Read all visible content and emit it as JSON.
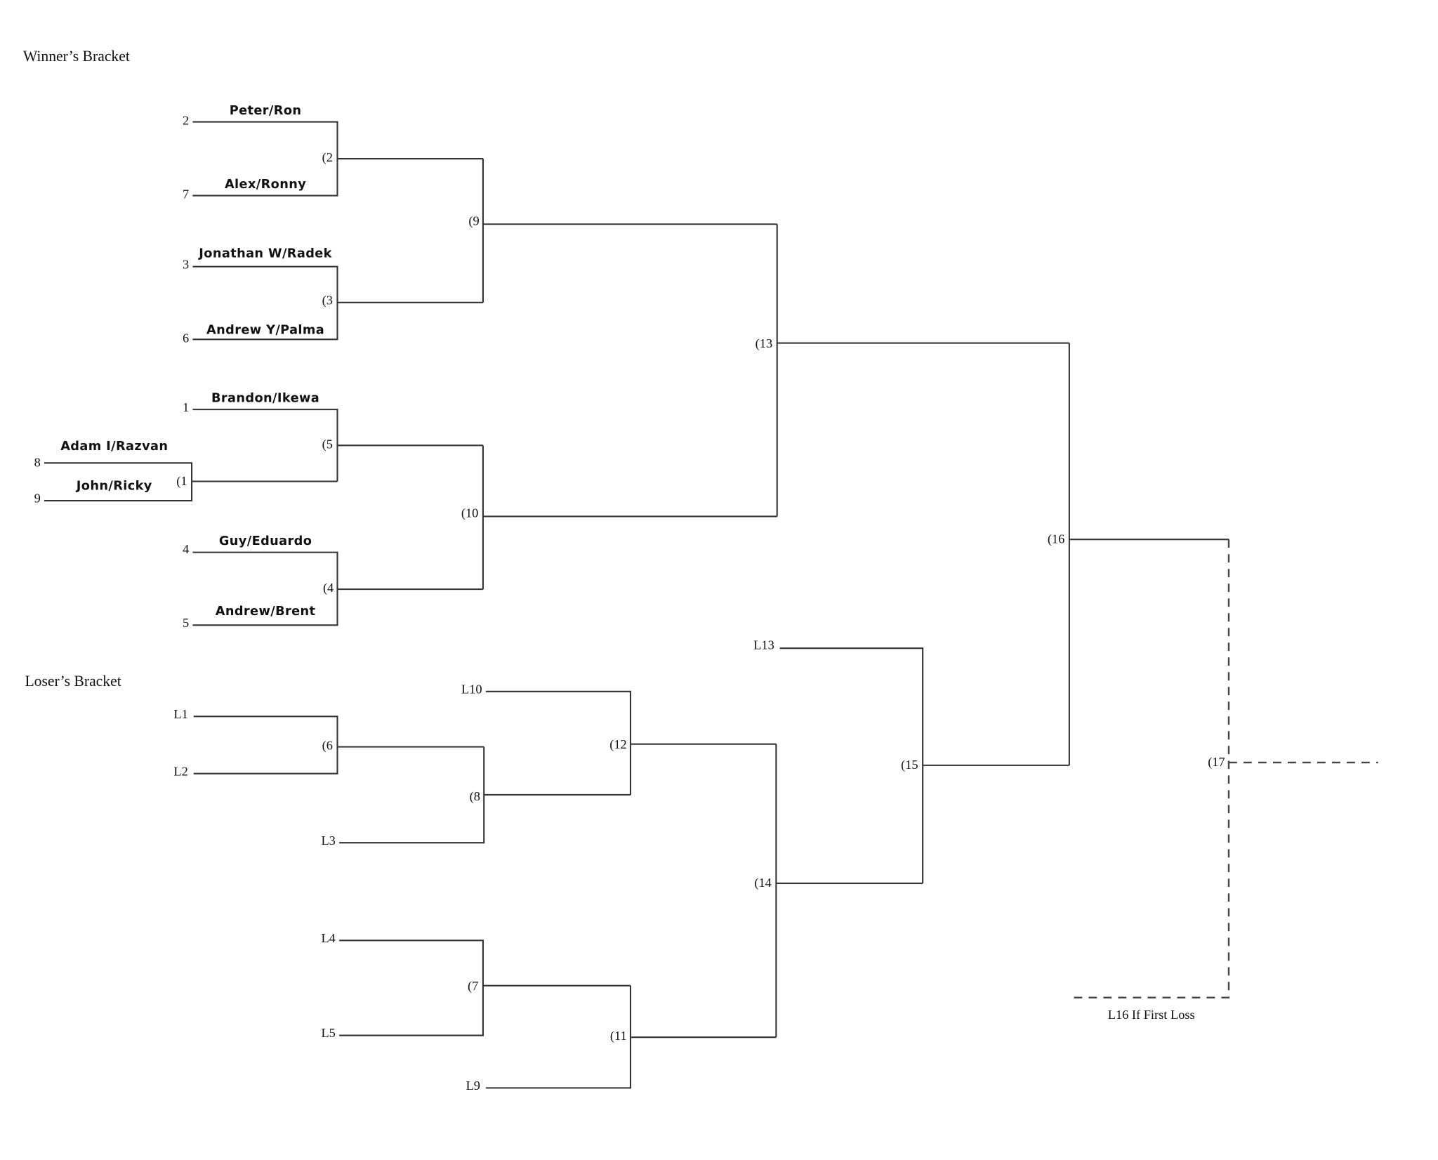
{
  "winners": {
    "title": "Winner’s Bracket",
    "teams": [
      {
        "seed": "2",
        "name": "Peter/Ron"
      },
      {
        "seed": "7",
        "name": "Alex/Ronny"
      },
      {
        "seed": "3",
        "name": "Jonathan W/Radek"
      },
      {
        "seed": "6",
        "name": "Andrew Y/Palma"
      },
      {
        "seed": "1",
        "name": "Brandon/Ikewa"
      },
      {
        "seed": "8",
        "name": "Adam I/Razvan"
      },
      {
        "seed": "9",
        "name": "John/Ricky"
      },
      {
        "seed": "4",
        "name": "Guy/Eduardo"
      },
      {
        "seed": "5",
        "name": "Andrew/Brent"
      }
    ],
    "matches": {
      "m1": "(1",
      "m2": "(2",
      "m3": "(3",
      "m4": "(4",
      "m5": "(5",
      "m9": "(9",
      "m10": "(10",
      "m13": "(13",
      "m16": "(16",
      "m17": "(17"
    }
  },
  "losers": {
    "title": "Loser’s Bracket",
    "entries": {
      "L1": "L1",
      "L2": "L2",
      "L3": "L3",
      "L4": "L4",
      "L5": "L5",
      "L9": "L9",
      "L10": "L10",
      "L13": "L13"
    },
    "matches": {
      "m6": "(6",
      "m7": "(7",
      "m8": "(8",
      "m11": "(11",
      "m12": "(12",
      "m14": "(14",
      "m15": "(15"
    }
  },
  "final": {
    "if_first_loss": "L16 If First Loss"
  }
}
